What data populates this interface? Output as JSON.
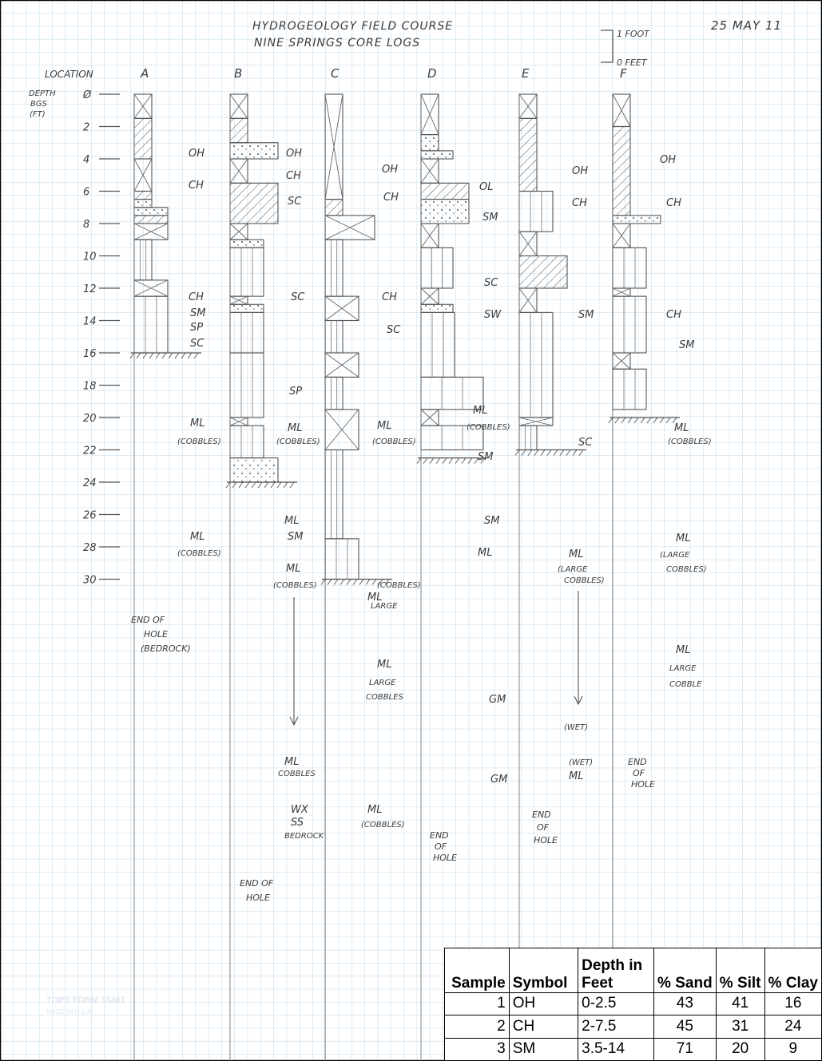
{
  "header": {
    "title_line1": "HYDROGEOLOGY FIELD COURSE",
    "title_line2": "NINE SPRINGS CORE LOGS",
    "date": "25 MAY 11",
    "scale_top": "1 FOOT",
    "scale_bottom": "0 FEET"
  },
  "axis": {
    "location_label": "LOCATION",
    "depth_label": [
      "DEPTH",
      "BGS",
      "(FT)"
    ],
    "depth_ticks": [
      "Ø",
      "2",
      "4",
      "6",
      "8",
      "10",
      "12",
      "14",
      "16",
      "18",
      "20",
      "22",
      "24",
      "26",
      "28",
      "30"
    ]
  },
  "locations": [
    "A",
    "B",
    "C",
    "D",
    "E",
    "F"
  ],
  "logs": [
    {
      "location": "A",
      "labels": [
        "OH",
        "CH",
        "CH",
        "SM",
        "SP",
        "SC",
        "ML",
        "(COBBLES)",
        "ML",
        "(COBBLES)"
      ],
      "end": [
        "END OF",
        "HOLE",
        "(BEDROCK)"
      ]
    },
    {
      "location": "B",
      "labels": [
        "OH",
        "CH",
        "SC",
        "SC",
        "SP",
        "ML",
        "(COBBLES)",
        "ML",
        "SM",
        "ML",
        "(COBBLES)",
        "ML",
        "COBBLES",
        "WX",
        "SS",
        "BEDROCK"
      ],
      "end": [
        "END OF",
        "HOLE"
      ]
    },
    {
      "location": "C",
      "labels": [
        "OH",
        "CH",
        "CH",
        "SC",
        "ML",
        "(COBBLES)",
        "ML",
        "(COBBLES)",
        "LARGE",
        "ML",
        "LARGE",
        "COBBLES",
        "ML",
        "(COBBLES)"
      ],
      "end": []
    },
    {
      "location": "D",
      "labels": [
        "OL",
        "SM",
        "SC",
        "SW",
        "ML",
        "(COBBLES)",
        "SM",
        "SM",
        "ML",
        "GM",
        "GM"
      ],
      "end": [
        "END",
        "OF",
        "HOLE"
      ]
    },
    {
      "location": "E",
      "labels": [
        "OH",
        "CH",
        "SM",
        "SC",
        "ML",
        "(LARGE",
        "COBBLES)",
        "(WET)",
        "(WET)",
        "ML"
      ],
      "end": [
        "END",
        "OF",
        "HOLE"
      ]
    },
    {
      "location": "F",
      "labels": [
        "OH",
        "CH",
        "CH",
        "SM",
        "ML",
        "(COBBLES)",
        "ML",
        "(LARGE",
        "COBBLES)",
        "ML",
        "LARGE",
        "COBBLE"
      ],
      "end": [
        "END",
        "OF",
        "HOLE"
      ]
    }
  ],
  "paper_stamp": [
    "TOPS FORM 33461",
    "MADE IN U.S.A."
  ],
  "table": {
    "headers": [
      "Sample",
      "Symbol",
      "Depth in Feet",
      "% Sand",
      "% Silt",
      "% Clay"
    ],
    "rows": [
      {
        "sample": "1",
        "symbol": "OH",
        "depth": "0-2.5",
        "sand": "43",
        "silt": "41",
        "clay": "16"
      },
      {
        "sample": "2",
        "symbol": "CH",
        "depth": "2-7.5",
        "sand": "45",
        "silt": "31",
        "clay": "24"
      },
      {
        "sample": "3",
        "symbol": "SM",
        "depth": "3.5-14",
        "sand": "71",
        "silt": "20",
        "clay": "9"
      }
    ]
  },
  "colors": {
    "grid": "#bcd8ee",
    "pencil": "#4a4a4a",
    "border": "#000000"
  }
}
